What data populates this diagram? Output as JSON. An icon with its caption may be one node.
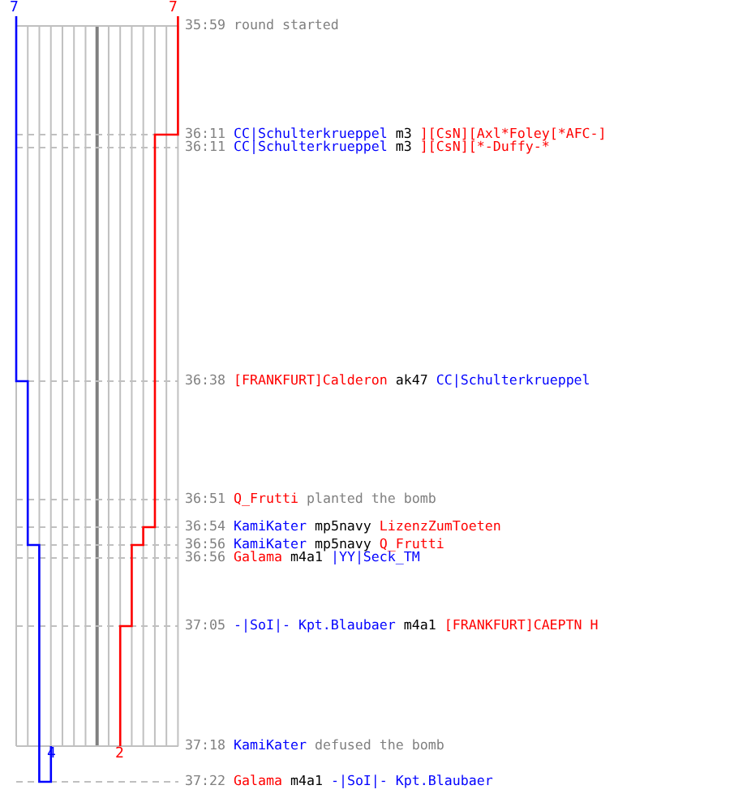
{
  "diagram": {
    "labels": [
      "7",
      "7",
      "35:59",
      "round started",
      "36:11",
      "CC|Schulterkrueppel",
      "m3",
      "][CsN][Axl*Foley[*AFC-]",
      "36:11",
      "CC|Schulterkrueppel",
      "m3",
      "][CsN][*-Duffy-*",
      "36:38",
      "[FRANKFURT]Calderon",
      "ak47",
      "CC|Schulterkrueppel",
      "36:51",
      "Q_Frutti",
      "planted the bomb",
      "36:54",
      "KamiKater",
      "mp5navy",
      "LizenzZumToeten",
      "36:56",
      "KamiKater",
      "mp5navy",
      "Q_Frutti",
      "36:56",
      "Galama",
      "m4a1",
      "|YY|Seck_TM",
      "37:05",
      "-|SoI|- Kpt.Blaubaer",
      "m4a1",
      "[FRANKFURT]CAEPTN H",
      "37:18",
      "KamiKater",
      "defused the bomb",
      "4",
      "2",
      "37:22",
      "Galama",
      "m4a1",
      "-|SoI|- Kpt.Blaubaer"
    ]
  }
}
